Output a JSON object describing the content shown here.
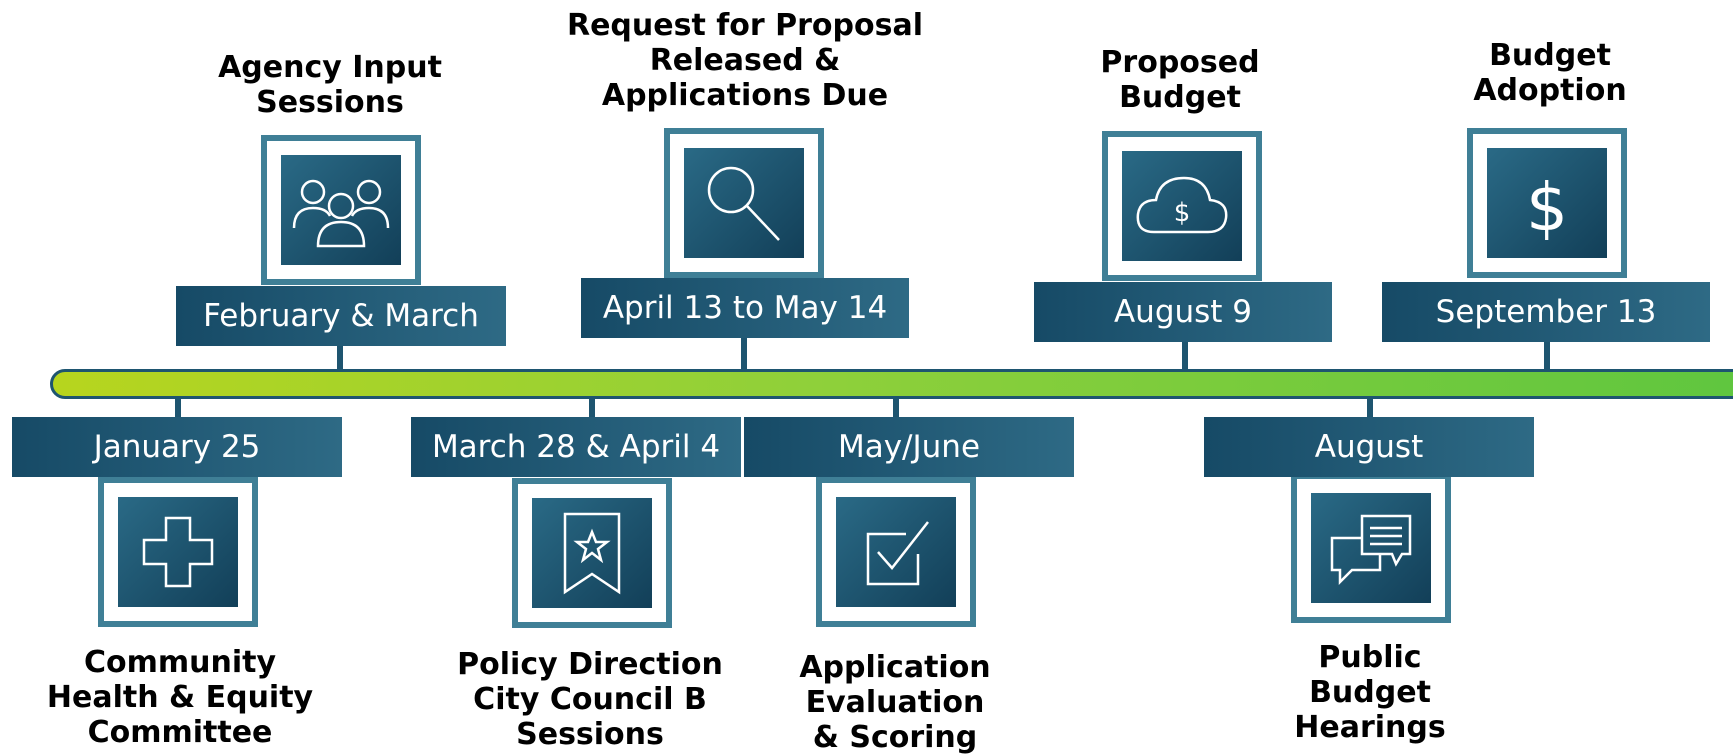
{
  "milestones": [
    {
      "date": "February & March",
      "title": "Agency Input\nSessions",
      "icon": "people-group-icon",
      "position": "above"
    },
    {
      "date": "April 13 to May 14",
      "title": "Request for Proposal\nReleased &\nApplications Due",
      "icon": "magnifier-icon",
      "position": "above"
    },
    {
      "date": "August 9",
      "title": "Proposed\nBudget",
      "icon": "cloud-dollar-icon",
      "position": "above"
    },
    {
      "date": "September 13",
      "title": "Budget\nAdoption",
      "icon": "dollar-sign-icon",
      "position": "above"
    },
    {
      "date": "January 25",
      "title": "Community\nHealth & Equity\nCommittee",
      "icon": "medical-cross-icon",
      "position": "below"
    },
    {
      "date": "March 28 & April 4",
      "title": "Policy Direction\nCity Council B\nSessions",
      "icon": "bookmark-star-icon",
      "position": "below"
    },
    {
      "date": "May/June",
      "title": "Application\nEvaluation\n& Scoring",
      "icon": "checkbox-icon",
      "position": "below"
    },
    {
      "date": "August",
      "title": "Public\nBudget\nHearings",
      "icon": "speech-bubbles-icon",
      "position": "below"
    }
  ],
  "colors": {
    "bar_start": "#b7d51e",
    "bar_end": "#5fc63f",
    "navy": "#164a66",
    "frame": "#3f7f96"
  }
}
